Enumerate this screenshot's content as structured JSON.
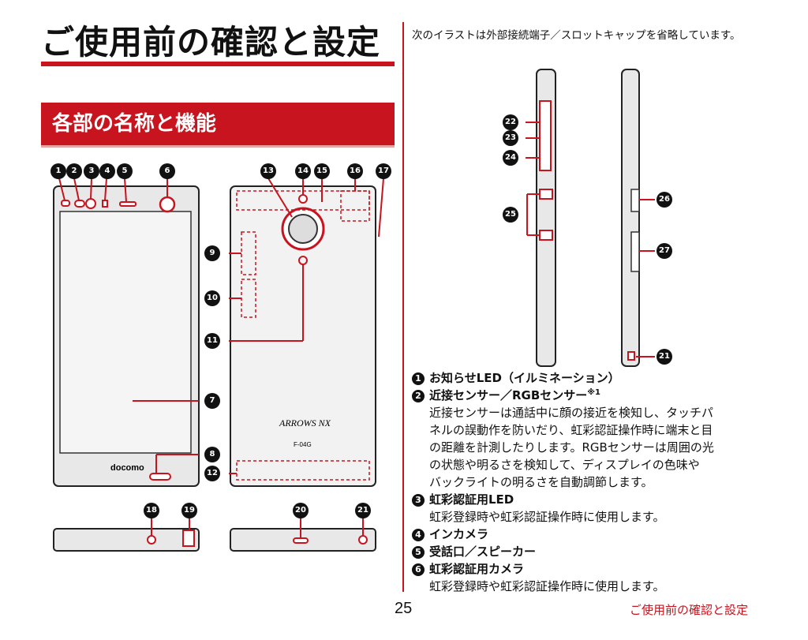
{
  "page": {
    "title": "ご使用前の確認と設定",
    "section_title": "各部の名称と機能",
    "note": "次のイラストは外部接続端子／スロットキャップを省略しています。",
    "device_brand": "docomo",
    "device_model": "ARROWS NX",
    "device_code": "F-04G",
    "page_number": "25",
    "footer": "ご使用前の確認と設定"
  },
  "callouts": [
    "1",
    "2",
    "3",
    "4",
    "5",
    "6",
    "7",
    "8",
    "9",
    "10",
    "11",
    "12",
    "13",
    "14",
    "15",
    "16",
    "17",
    "18",
    "19",
    "20",
    "21",
    "22",
    "23",
    "24",
    "25",
    "26",
    "27"
  ],
  "legend": [
    {
      "num": "1",
      "label": "お知らせLED（イルミネーション）",
      "sup": "",
      "desc": []
    },
    {
      "num": "2",
      "label": "近接センサー／RGBセンサー",
      "sup": "※1",
      "desc": [
        "近接センサーは通話中に顔の接近を検知し、タッチパ",
        "ネルの誤動作を防いだり、虹彩認証操作時に端末と目",
        "の距離を計測したりします。RGBセンサーは周囲の光",
        "の状態や明るさを検知して、ディスプレイの色味や",
        "バックライトの明るさを自動調節します。"
      ]
    },
    {
      "num": "3",
      "label": "虹彩認証用LED",
      "sup": "",
      "desc": [
        "虹彩登録時や虹彩認証操作時に使用します。"
      ]
    },
    {
      "num": "4",
      "label": "インカメラ",
      "sup": "",
      "desc": []
    },
    {
      "num": "5",
      "label": "受話口／スピーカー",
      "sup": "",
      "desc": []
    },
    {
      "num": "6",
      "label": "虹彩認証用カメラ",
      "sup": "",
      "desc": [
        "虹彩登録時や虹彩認証操作時に使用します。"
      ]
    }
  ],
  "colors": {
    "accent": "#c8141e",
    "text": "#111111"
  }
}
